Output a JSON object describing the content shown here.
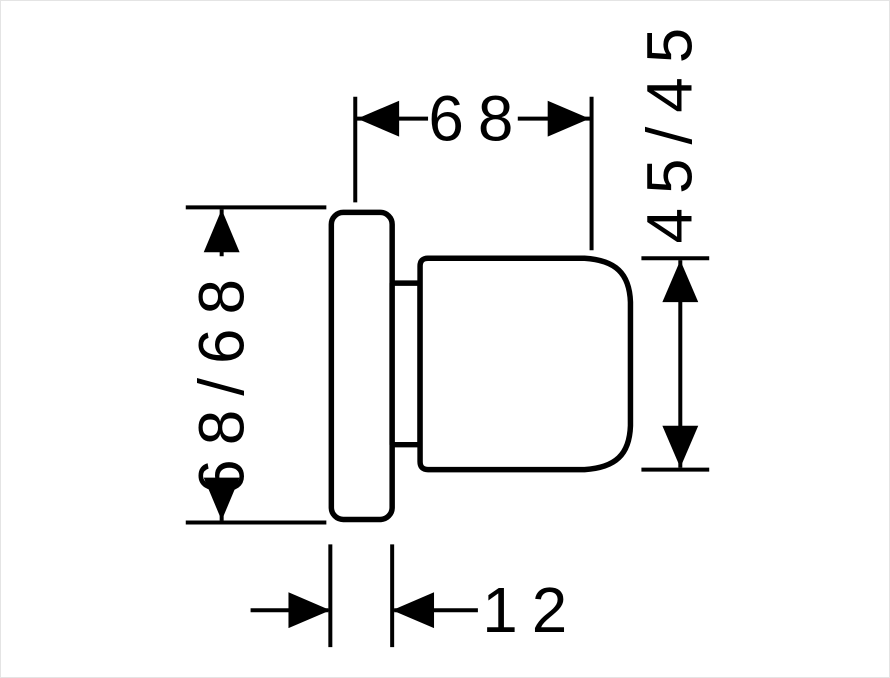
{
  "page": {
    "background": "#ffffff",
    "border_color": "#e4e4e4"
  },
  "drawing": {
    "type": "technical-dimension-diagram",
    "line_color": "#000000",
    "dim_top": {
      "label": "68"
    },
    "dim_right": {
      "label": "45/45"
    },
    "dim_left": {
      "label": "68/68"
    },
    "dim_bottom": {
      "label": "12"
    }
  }
}
